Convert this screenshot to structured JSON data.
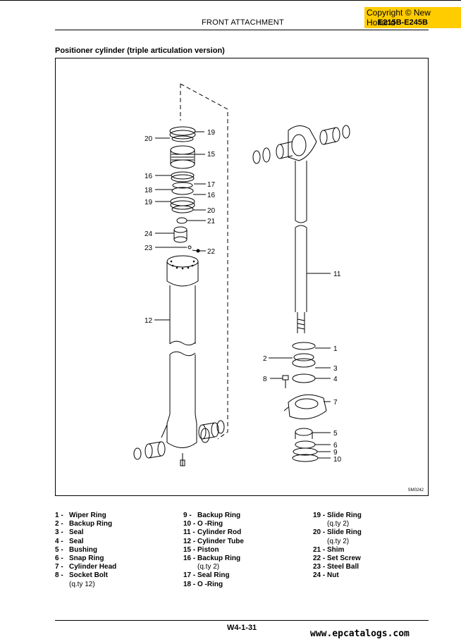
{
  "header": {
    "copyright": "Copyright © New Holland",
    "title": "FRONT ATTACHMENT",
    "model": "E215B-E245B"
  },
  "section_title": "Positioner cylinder (triple articulation version)",
  "figure": {
    "code": "SM0242",
    "labels": {
      "l1": "1",
      "l2": "2",
      "l3": "3",
      "l4": "4",
      "l5": "5",
      "l6": "6",
      "l7": "7",
      "l8": "8",
      "l9": "9",
      "l10": "10",
      "l11": "11",
      "l12": "12",
      "l15": "15",
      "l16a": "16",
      "l16b": "16",
      "l17": "17",
      "l18": "18",
      "l19a": "19",
      "l19b": "19",
      "l20a": "20",
      "l20b": "20",
      "l21": "21",
      "l22": "22",
      "l23": "23",
      "l24": "24"
    }
  },
  "legend": {
    "col1": [
      {
        "num": "1 -",
        "name": "Wiper Ring"
      },
      {
        "num": "2 -",
        "name": "Backup Ring"
      },
      {
        "num": "3 -",
        "name": "Seal"
      },
      {
        "num": "4 -",
        "name": "Seal"
      },
      {
        "num": "5 -",
        "name": "Bushing"
      },
      {
        "num": "6 -",
        "name": "Snap Ring"
      },
      {
        "num": "7 -",
        "name": "Cylinder Head"
      },
      {
        "num": "8 -",
        "name": "Socket Bolt",
        "qty": "(q.ty 12)"
      }
    ],
    "col2": [
      {
        "num": "9 -",
        "name": "Backup Ring"
      },
      {
        "num": "10 -",
        "name": "O -Ring"
      },
      {
        "num": "11 -",
        "name": "Cylinder Rod"
      },
      {
        "num": "12 -",
        "name": "Cylinder Tube"
      },
      {
        "num": "15 -",
        "name": "Piston"
      },
      {
        "num": "16 -",
        "name": "Backup Ring",
        "qty": "(q.ty 2)"
      },
      {
        "num": "17 -",
        "name": "Seal Ring"
      },
      {
        "num": "18 -",
        "name": "O -Ring"
      }
    ],
    "col3": [
      {
        "num": "19 -",
        "name": "Slide Ring",
        "qty": "(q.ty 2)"
      },
      {
        "num": "20 -",
        "name": "Slide Ring",
        "qty": "(q.ty 2)"
      },
      {
        "num": "21 -",
        "name": "Shim"
      },
      {
        "num": "22 -",
        "name": "Set Screw"
      },
      {
        "num": "23 -",
        "name": "Steel Ball"
      },
      {
        "num": "24 -",
        "name": "Nut"
      }
    ]
  },
  "footer": {
    "page": "W4-1-31",
    "website": "www.epcatalogs.com"
  }
}
